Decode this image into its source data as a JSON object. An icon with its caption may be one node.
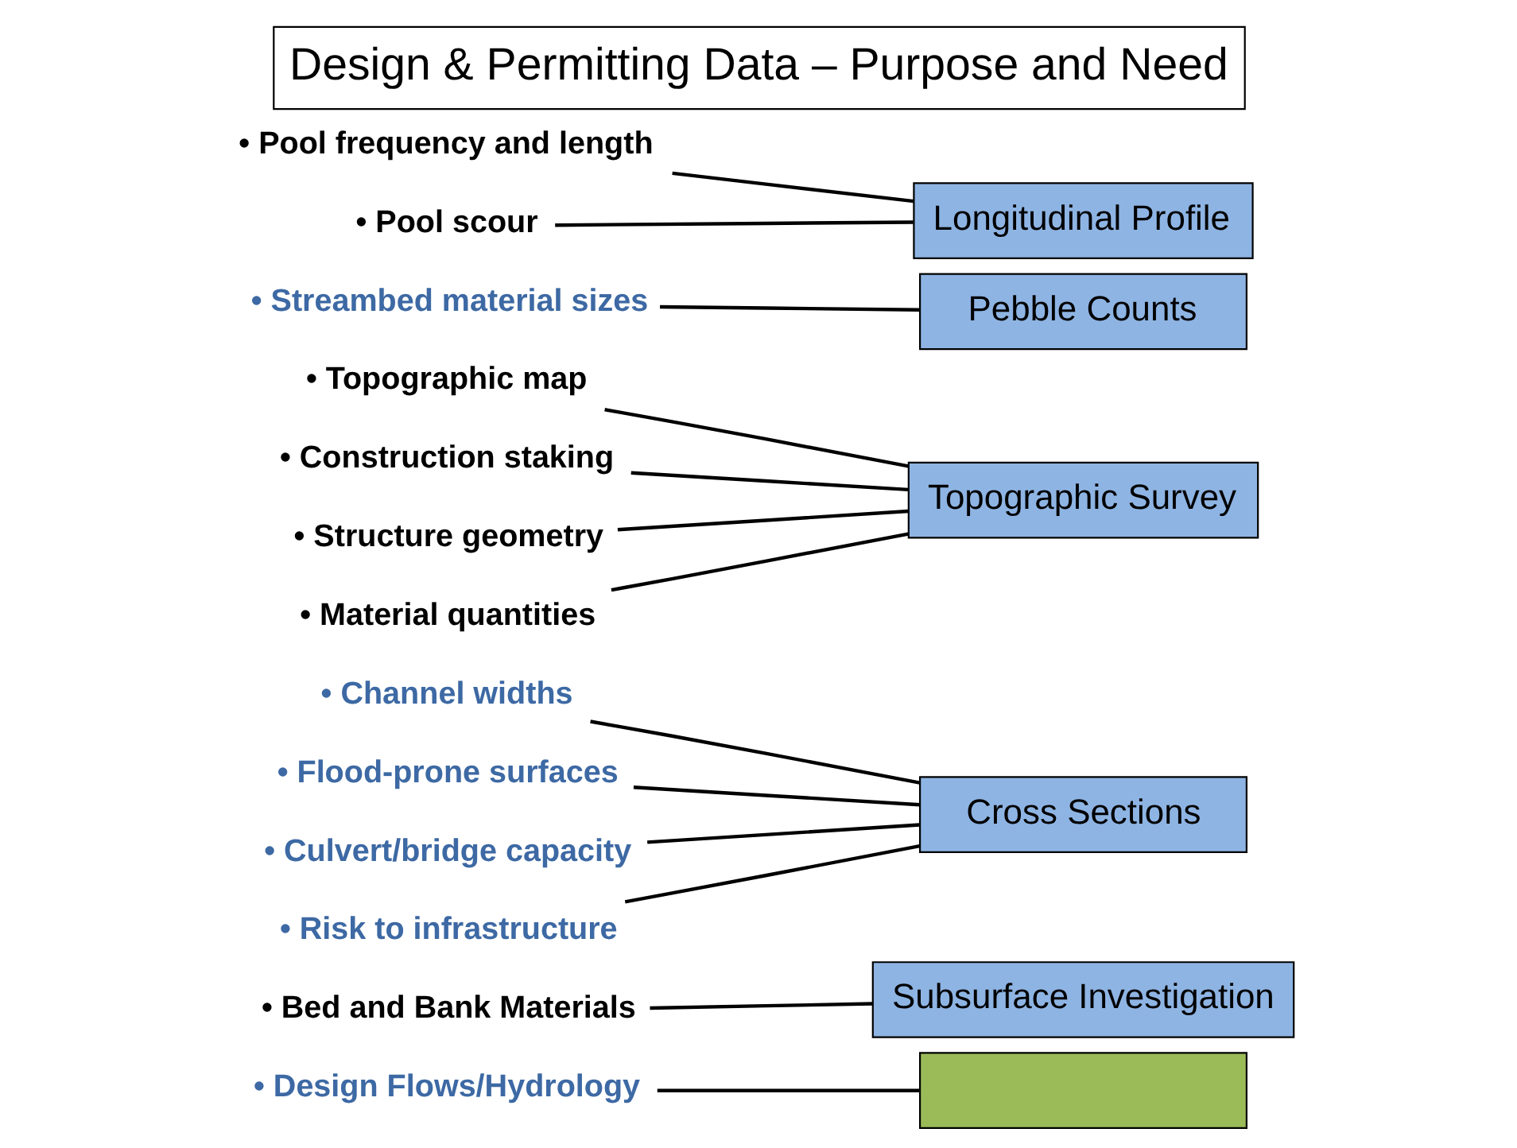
{
  "diagram": {
    "title": "Design & Permitting Data – Purpose and Need",
    "nodes": [
      {
        "text": [
          "• Pool frequency and length"
        ]
      },
      {
        "text": [
          "• Pool scour"
        ]
      },
      {
        "text": [
          "• Streambed material sizes"
        ]
      },
      {
        "text": [
          "• Topographic map"
        ]
      },
      {
        "text": [
          "• Construction staking"
        ]
      },
      {
        "text": [
          "• Structure geometry"
        ]
      },
      {
        "text": [
          "• Material quantities"
        ]
      },
      {
        "text": [
          "• Channel widths"
        ]
      },
      {
        "text": [
          "• Flood-prone surfaces"
        ]
      },
      {
        "text": [
          "• Culvert/bridge capacity"
        ]
      },
      {
        "text": [
          "• Risk to infrastructure"
        ]
      },
      {
        "text": [
          "• Bed and Bank Materials"
        ]
      },
      {
        "text": [
          "• Design Flows/Hydrology"
        ]
      },
      {
        "text": [
          "Longitudinal Profile"
        ]
      },
      {
        "text": [
          "Pebble Counts"
        ]
      },
      {
        "text": [
          "Topographic Survey"
        ]
      },
      {
        "text": [
          "Cross Sections"
        ]
      },
      {
        "text": [
          "Subsurface Investigation"
        ]
      },
      {
        "text": [],
        "shape": "box"
      }
    ],
    "edges": [
      {
        "from": 0,
        "to": 13,
        "arrow": "none"
      },
      {
        "from": 1,
        "to": 13,
        "arrow": "none"
      },
      {
        "from": 2,
        "to": 14,
        "arrow": "none"
      },
      {
        "from": 3,
        "to": 15,
        "arrow": "none"
      },
      {
        "from": 4,
        "to": 15,
        "arrow": "none"
      },
      {
        "from": 5,
        "to": 15,
        "arrow": "none"
      },
      {
        "from": 6,
        "to": 15,
        "arrow": "none"
      },
      {
        "from": 7,
        "to": 16,
        "arrow": "none"
      },
      {
        "from": 8,
        "to": 16,
        "arrow": "none"
      },
      {
        "from": 9,
        "to": 16,
        "arrow": "none"
      },
      {
        "from": 10,
        "to": 16,
        "arrow": "none"
      },
      {
        "from": 11,
        "to": 17,
        "arrow": "none"
      },
      {
        "from": 12,
        "to": 18,
        "arrow": "none"
      }
    ]
  }
}
